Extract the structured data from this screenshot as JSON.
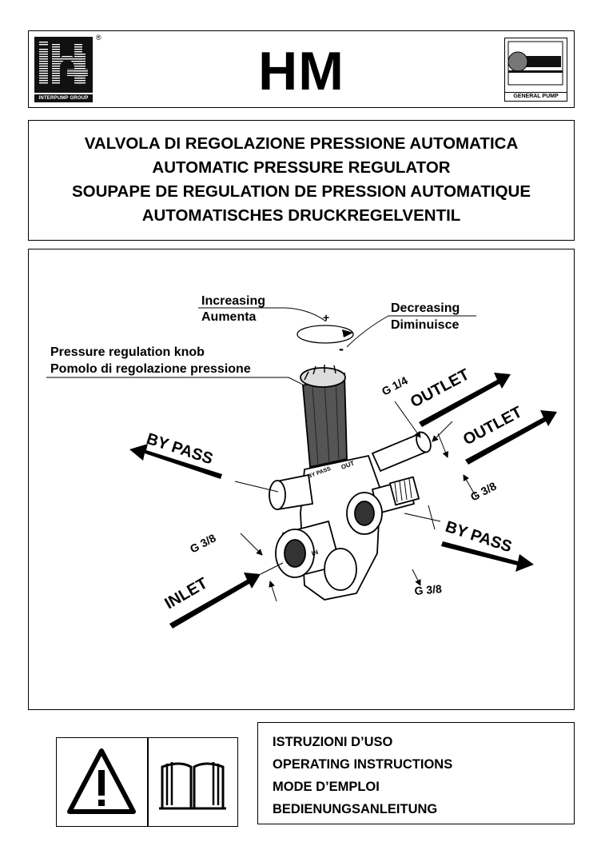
{
  "header": {
    "brand_left": "INTERPUMP GROUP",
    "registered": "®",
    "model": "HM",
    "brand_right": "GENERAL PUMP"
  },
  "titles": [
    "VALVOLA DI REGOLAZIONE PRESSIONE AUTOMATICA",
    "AUTOMATIC PRESSURE REGULATOR",
    "SOUPAPE DE REGULATION DE PRESSION AUTOMATIQUE",
    "AUTOMATISCHES DRUCKREGELVENTIL"
  ],
  "diagram": {
    "increasing": "Increasing",
    "aumenta": "Aumenta",
    "plus": "+",
    "decreasing": "Decreasing",
    "diminuisce": "Diminuisce",
    "minus": "-",
    "knob_en": "Pressure regulation knob",
    "knob_it": "Pomolo di regolazione pressione",
    "g14": "G 1/4",
    "outlet1": "OUTLET",
    "outlet2": "OUTLET",
    "g38_right": "G 3/8",
    "bypass_left": "BY PASS",
    "bypass_right": "BY PASS",
    "g38_left": "G 3/8",
    "inlet": "INLET",
    "g38_bottom": "G 3/8",
    "body_out": "OUT",
    "body_bypass": "BY PASS",
    "body_in": "IN"
  },
  "instructions": [
    "ISTRUZIONI D’USO",
    "OPERATING INSTRUCTIONS",
    "MODE D’EMPLOI",
    "BEDIENUNGSANLEITUNG"
  ],
  "icons": {
    "warning": "warning-triangle-icon",
    "manual": "open-book-icon"
  }
}
